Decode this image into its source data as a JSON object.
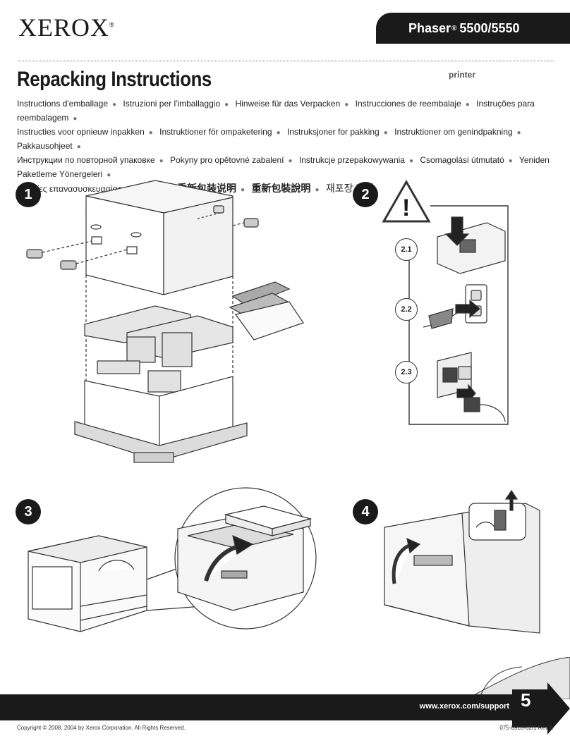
{
  "header": {
    "logo": "XEROX",
    "logo_mark": "®",
    "model_name": "Phaser",
    "model_mark": "®",
    "model_number": "5500/5550",
    "title": "Repacking Instructions",
    "subtitle": "printer"
  },
  "languages": {
    "line1": [
      "Instructions d'emballage",
      "Istruzioni per l'imballaggio",
      "Hinweise für das Verpacken",
      "Instrucciones de reembalaje",
      "Instruções para reembalagem"
    ],
    "line2": [
      "Instructies voor opnieuw inpakken",
      "Instruktioner för ompaketering",
      "Instruksjoner for pakking",
      "Instruktioner om genindpakning",
      "Pakkausohjeet"
    ],
    "line3": [
      "Инструкции по повторной упаковке",
      "Pokyny pro opětovné zabalení",
      "Instrukcje przepakowywania",
      "Csomagolási útmutató",
      "Yeniden Paketleme Yönergeleri"
    ],
    "line4_a": "Οδηγίες επανασυσκευασίας προϊόντος",
    "line4_b": "重新包装说明",
    "line4_c": "重新包裝說明",
    "line4_d": "재포장 지침"
  },
  "steps": {
    "step1": "1",
    "step2": "2",
    "step3": "3",
    "step4": "4",
    "sub21": "2.1",
    "sub22": "2.2",
    "sub23": "2.3",
    "next": "5"
  },
  "footer": {
    "url": "www.xerox.com/support",
    "copyright": "Copyright © 2008, 2004 by Xerox Corporation. All Rights Reserved.",
    "part_number": "075-0918-02f1 Rev A"
  },
  "colors": {
    "dark": "#1a1a1a",
    "line": "#333333",
    "fill_light": "#f4f4f4",
    "fill_mid": "#bdbdbd"
  }
}
